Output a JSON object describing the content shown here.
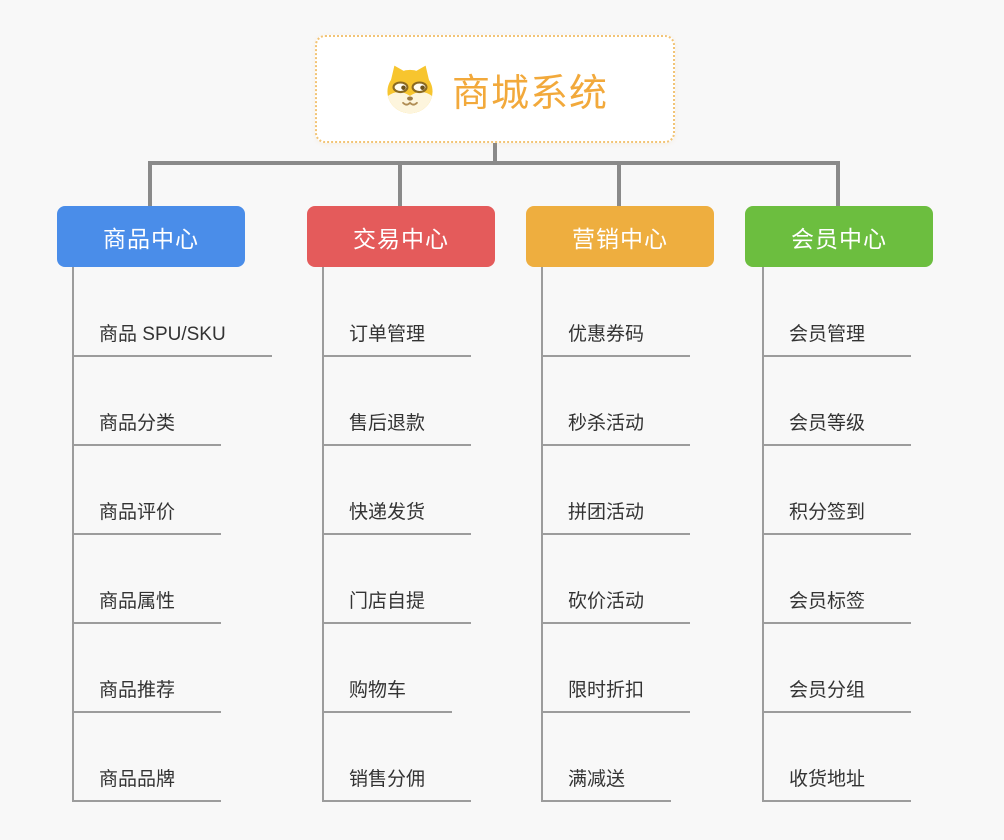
{
  "page": {
    "background": "#f8f8f8",
    "connector_color": "#8a8a8a"
  },
  "root": {
    "title": "商城系统",
    "title_color": "#f2a93b",
    "border_color": "#f2c476",
    "icon": "shiba-dog-icon"
  },
  "branches": [
    {
      "label": "商品中心",
      "color": "#4a8de9",
      "children": [
        "商品 SPU/SKU",
        "商品分类",
        "商品评价",
        "商品属性",
        "商品推荐",
        "商品品牌"
      ]
    },
    {
      "label": "交易中心",
      "color": "#e45b5b",
      "children": [
        "订单管理",
        "售后退款",
        "快递发货",
        "门店自提",
        "购物车",
        "销售分佣"
      ]
    },
    {
      "label": "营销中心",
      "color": "#eeae3f",
      "children": [
        "优惠券码",
        "秒杀活动",
        "拼团活动",
        "砍价活动",
        "限时折扣",
        "满减送"
      ]
    },
    {
      "label": "会员中心",
      "color": "#6cbe3f",
      "children": [
        "会员管理",
        "会员等级",
        "积分签到",
        "会员标签",
        "会员分组",
        "收货地址"
      ]
    }
  ]
}
